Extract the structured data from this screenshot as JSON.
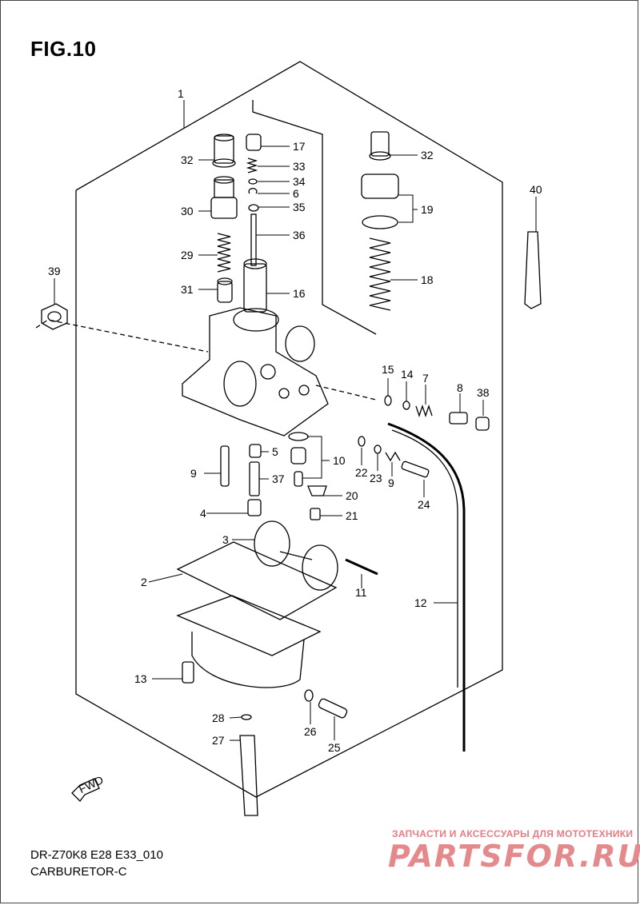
{
  "figure": {
    "title": "FIG.10",
    "model_code": "DR-Z70K8 E28 E33_010",
    "section_name": "CARBURETOR-C",
    "fwd_label": "FWD"
  },
  "watermark": {
    "tagline": "ЗАПЧАСТИ И АКСЕССУАРЫ ДЛЯ МОТОТЕХНИКИ",
    "brand": "PARTSFOR.RU"
  },
  "callouts": [
    "1",
    "2",
    "3",
    "4",
    "5",
    "6",
    "7",
    "8",
    "9",
    "9",
    "10",
    "11",
    "12",
    "13",
    "14",
    "15",
    "16",
    "17",
    "18",
    "19",
    "20",
    "21",
    "22",
    "23",
    "24",
    "25",
    "26",
    "27",
    "28",
    "29",
    "30",
    "31",
    "32",
    "32",
    "33",
    "34",
    "35",
    "36",
    "37",
    "38",
    "39",
    "40"
  ]
}
